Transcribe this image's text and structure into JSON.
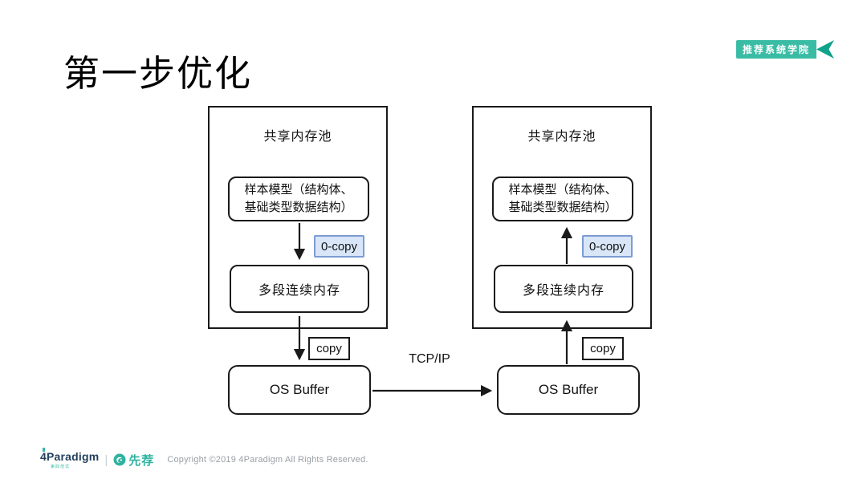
{
  "slide": {
    "title": "第一步优化",
    "corner_badge": "推荐系统学院"
  },
  "diagram": {
    "pools": {
      "left": {
        "title": "共享内存池",
        "sample_model_line1": "样本模型（结构体、",
        "sample_model_line2": "基础类型数据结构）",
        "zero_copy_label": "0-copy",
        "memory_label": "多段连续内存",
        "copy_label": "copy",
        "os_buffer_label": "OS Buffer"
      },
      "right": {
        "title": "共享内存池",
        "sample_model_line1": "样本模型（结构体、",
        "sample_model_line2": "基础类型数据结构）",
        "zero_copy_label": "0-copy",
        "memory_label": "多段连续内存",
        "copy_label": "copy",
        "os_buffer_label": "OS Buffer"
      }
    },
    "link_label": "TCP/IP"
  },
  "footer": {
    "brand_primary": "4Paradigm",
    "brand_primary_sub": "第四范式",
    "brand_secondary": "先荐",
    "copyright": "Copyright ©2019 4Paradigm All Rights Reserved."
  },
  "colors": {
    "badge_bg": "#3ABCA4",
    "badge_tail": "#0FA38C",
    "zero_copy_bg": "#D8E6F7",
    "zero_copy_border": "#7C9CD3",
    "diagram_line": "#1A1A1A",
    "brand_teal": "#35B8A0",
    "brand_navy": "#24405E",
    "copyright_gray": "#9AA0A6"
  }
}
